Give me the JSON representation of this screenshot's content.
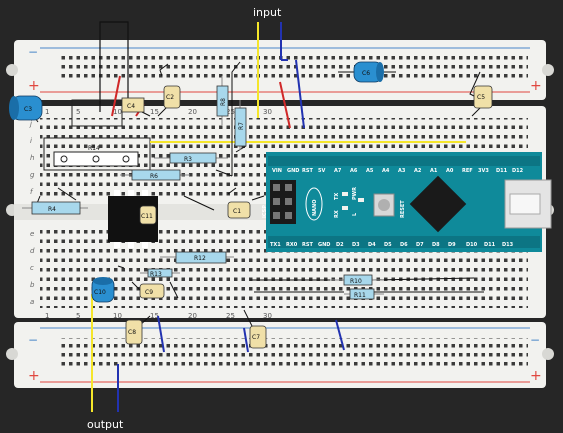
{
  "labels": {
    "input": "input",
    "output": "output"
  },
  "column_numbers": [
    "1",
    "5",
    "10",
    "15",
    "20",
    "25",
    "30"
  ],
  "row_letters_top": [
    "j",
    "i",
    "h",
    "g",
    "f"
  ],
  "row_letters_bottom": [
    "e",
    "d",
    "c",
    "b",
    "a"
  ],
  "resistors": [
    "R8",
    "R7",
    "R14",
    "R3",
    "R6",
    "R4",
    "R12",
    "R13",
    "R10",
    "R11"
  ],
  "capacitors": [
    "C3",
    "C4",
    "C2",
    "C6",
    "C5",
    "C1",
    "C11",
    "C10",
    "C9",
    "C8",
    "C7"
  ],
  "arduino": {
    "name": "NANO",
    "icsp": "ICSP",
    "reset": "RESET",
    "tx": "TX",
    "rx": "RX",
    "led_l": "L",
    "pwr": "PWR",
    "pins_top": [
      "D12",
      "D11",
      "3V3",
      "REF",
      "A0",
      "A1",
      "A2",
      "A3",
      "A4",
      "A5",
      "A6",
      "A7",
      "5V",
      "RST",
      "GND",
      "VIN"
    ],
    "pins_bottom": [
      "D13",
      "D11",
      "D10",
      "D9",
      "D8",
      "D7",
      "D6",
      "D5",
      "D4",
      "D3",
      "D2",
      "GND",
      "RST",
      "RX0",
      "TX1"
    ]
  },
  "colors": {
    "board": "#f2f2ef",
    "rail_red": "#e0473f",
    "rail_blue": "#4a86c8",
    "resistor": "#a8d8ec",
    "capacitor": "#f0e0a8",
    "electrolytic": "#2a8fd0",
    "arduino": "#0f8a9a",
    "wire_yellow": "#f5e62a",
    "wire_blue": "#2232b0",
    "wire_red": "#d02828"
  }
}
